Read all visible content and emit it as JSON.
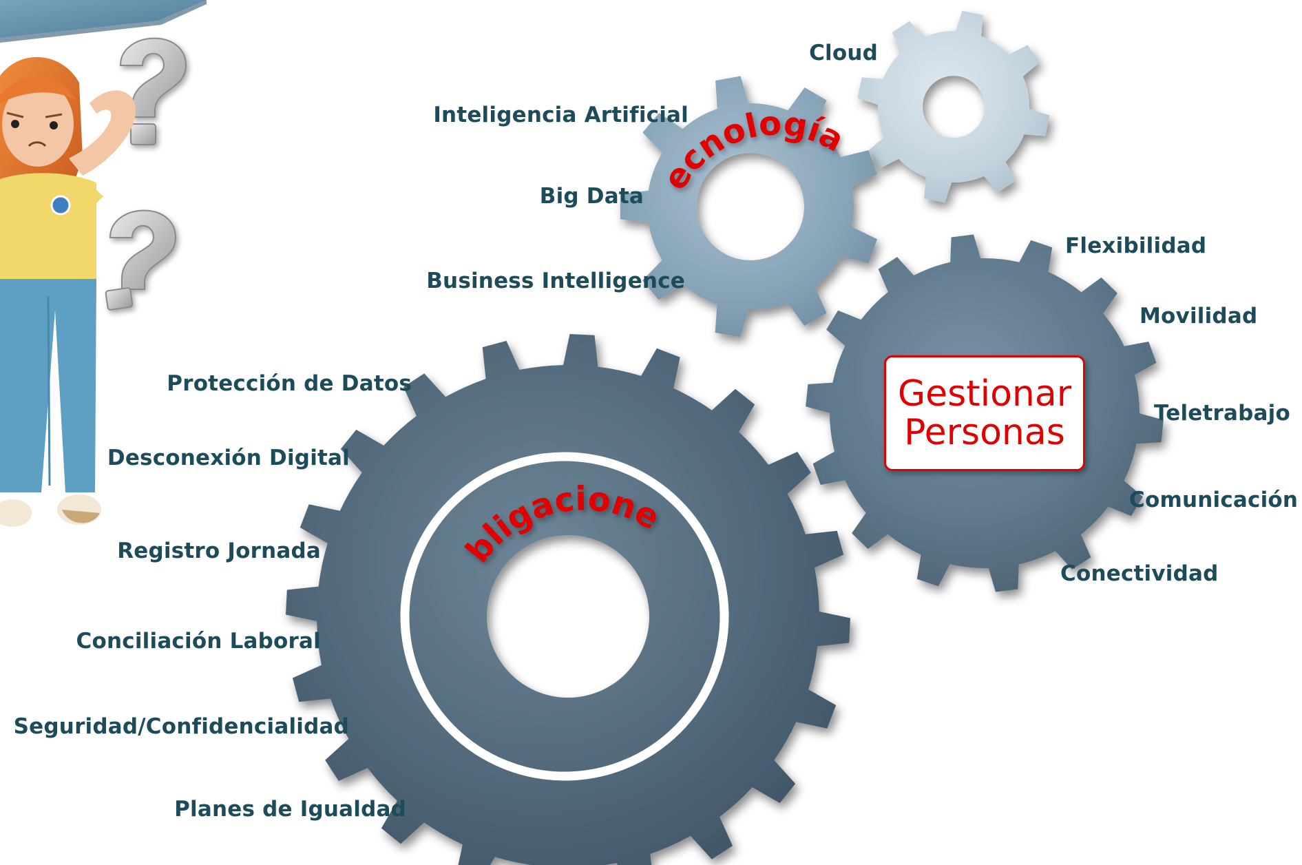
{
  "colors": {
    "label_text": "#1d4b5a",
    "accent_red": "#e00000",
    "gear_light": "#b9ccd8",
    "gear_medium": "#7f9fb5",
    "gear_dark": "#4e6678"
  },
  "gears": {
    "tecnologias": {
      "title": "Tecnologías"
    },
    "obligaciones": {
      "title": "Obligaciones"
    },
    "gestionar_personas": {
      "title_line1": "Gestionar",
      "title_line2": "Personas"
    }
  },
  "labels": {
    "tecnologias": [
      "Cloud",
      "Inteligencia Artificial",
      "Big Data",
      "Business Intelligence"
    ],
    "obligaciones": [
      "Protección de Datos",
      "Desconexión Digital",
      "Registro Jornada",
      "Conciliación Laboral",
      "Seguridad/Confidencialidad",
      "Planes de Igualdad"
    ],
    "gestionar_personas": [
      "Flexibilidad",
      "Movilidad",
      "Teletrabajo",
      "Comunicación",
      "Conectividad"
    ]
  },
  "icons": [
    "question-mark-icon",
    "question-mark-icon",
    "confused-woman-figure",
    "clock-badge-icon"
  ]
}
